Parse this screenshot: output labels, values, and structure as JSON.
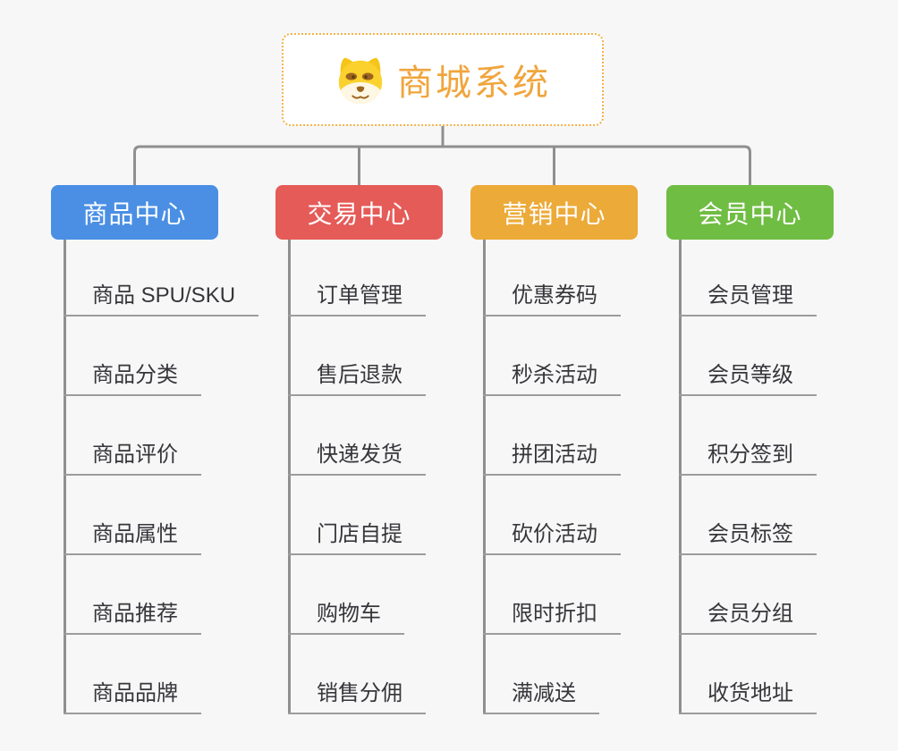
{
  "root": {
    "title": "商城系统",
    "icon": "doge-face-icon"
  },
  "branches": [
    {
      "label": "商品中心",
      "color": "#4a8fe4",
      "items": [
        "商品 SPU/SKU",
        "商品分类",
        "商品评价",
        "商品属性",
        "商品推荐",
        "商品品牌"
      ]
    },
    {
      "label": "交易中心",
      "color": "#e55b58",
      "items": [
        "订单管理",
        "售后退款",
        "快递发货",
        "门店自提",
        "购物车",
        "销售分佣"
      ]
    },
    {
      "label": "营销中心",
      "color": "#ecaa39",
      "items": [
        "优惠券码",
        "秒杀活动",
        "拼团活动",
        "砍价活动",
        "限时折扣",
        "满减送"
      ]
    },
    {
      "label": "会员中心",
      "color": "#70bd43",
      "items": [
        "会员管理",
        "会员等级",
        "积分签到",
        "会员标签",
        "会员分组",
        "收货地址"
      ]
    }
  ],
  "colors": {
    "background": "#f7f7f7",
    "connector": "#8f8f8f",
    "underline": "#9c9c9c",
    "root_accent": "#f0a53c",
    "root_border": "#f3b24c"
  }
}
